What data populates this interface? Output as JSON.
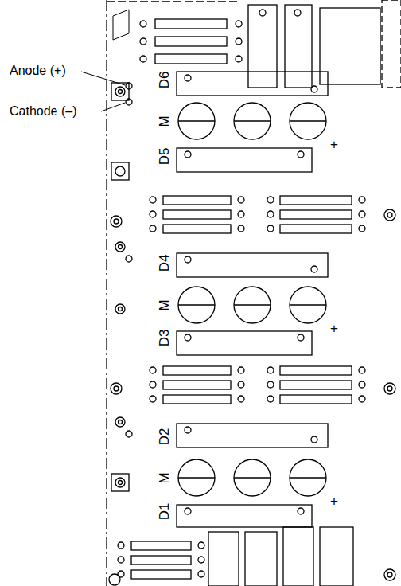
{
  "diagram": {
    "labels": [
      "Anode (+)",
      "Cathode (–)",
      "D6",
      "M",
      "+",
      "D5",
      "D4",
      "M",
      "+",
      "D3",
      "D2",
      "M",
      "+",
      "D1"
    ]
  }
}
